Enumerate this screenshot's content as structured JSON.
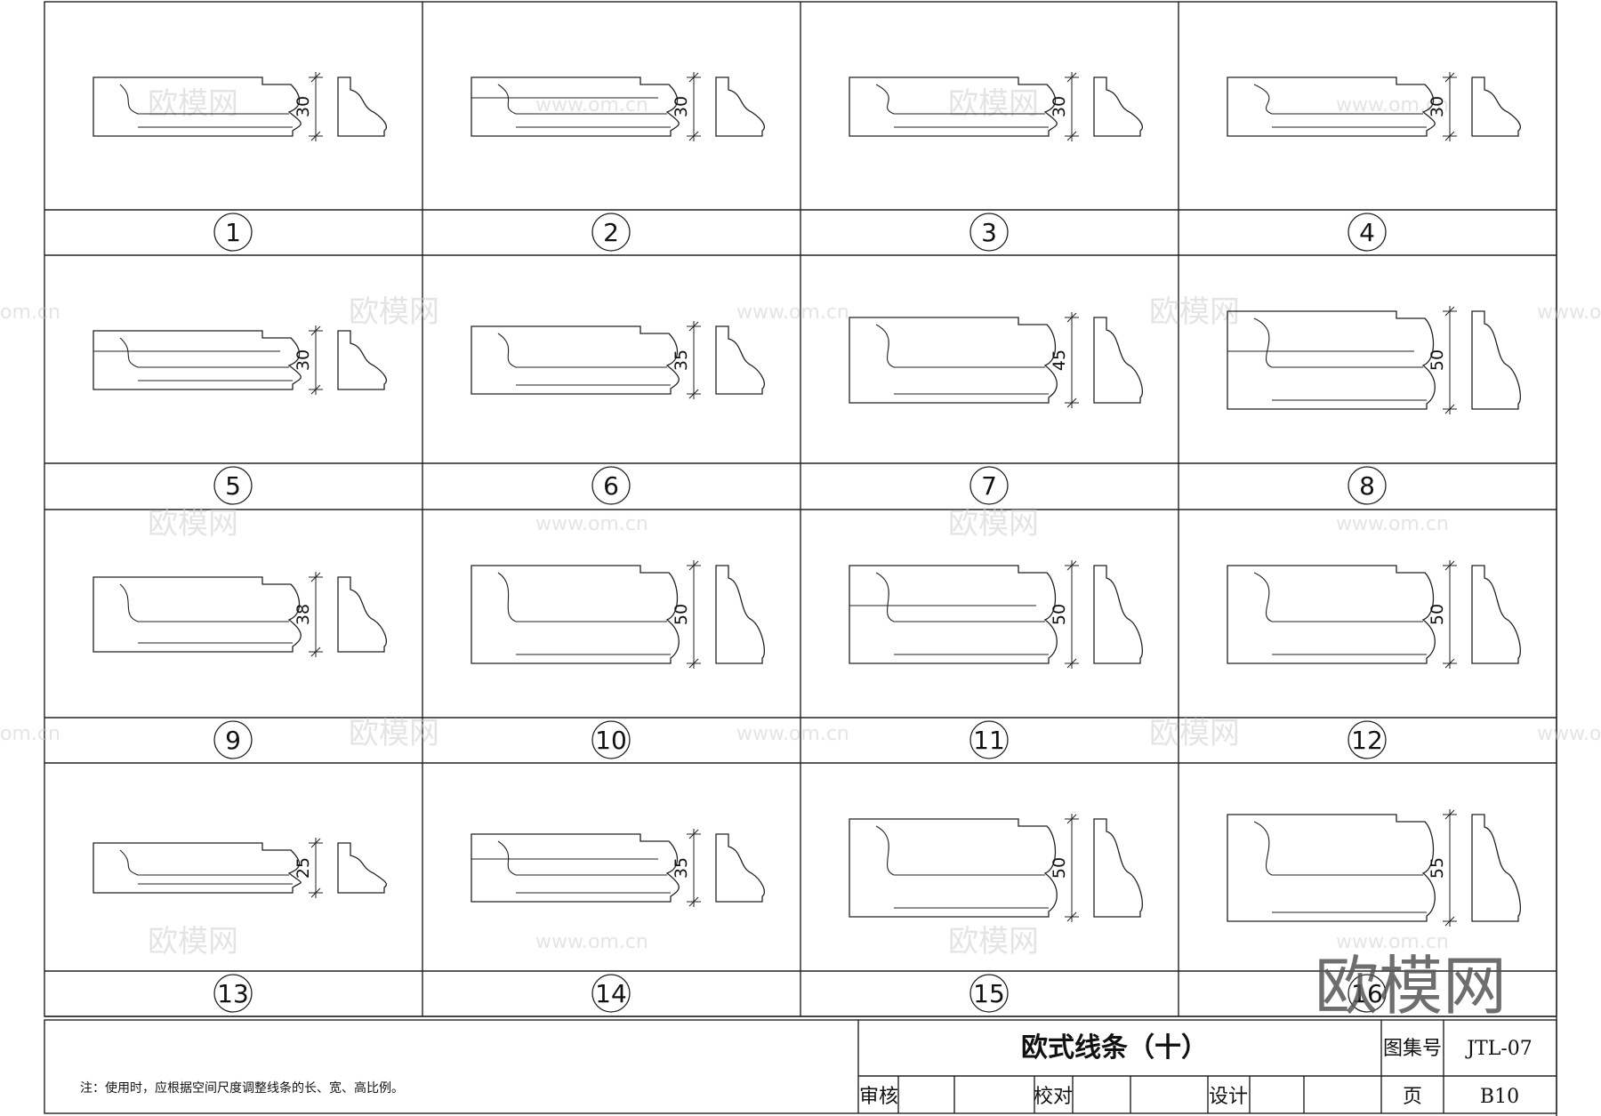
{
  "cells": [
    {
      "label": "1",
      "dimension": "30"
    },
    {
      "label": "2",
      "dimension": "30"
    },
    {
      "label": "3",
      "dimension": "30"
    },
    {
      "label": "4",
      "dimension": "30"
    },
    {
      "label": "5",
      "dimension": "30"
    },
    {
      "label": "6",
      "dimension": "35"
    },
    {
      "label": "7",
      "dimension": "45"
    },
    {
      "label": "8",
      "dimension": "50"
    },
    {
      "label": "9",
      "dimension": "38"
    },
    {
      "label": "10",
      "dimension": "50"
    },
    {
      "label": "11",
      "dimension": "50"
    },
    {
      "label": "12",
      "dimension": "50"
    },
    {
      "label": "13",
      "dimension": "25"
    },
    {
      "label": "14",
      "dimension": "35"
    },
    {
      "label": "15",
      "dimension": "50"
    },
    {
      "label": "16",
      "dimension": "55"
    }
  ],
  "title_block": {
    "title": "欧式线条（十）",
    "atlas_label": "图集号",
    "atlas_value": "JTL-07",
    "page_label": "页",
    "page_value": "B10",
    "review": "审核",
    "check": "校对",
    "design": "设计"
  },
  "note": "注：使用时，应根据空间尺度调整线条的长、宽、高比例。",
  "watermarks": {
    "cn": "欧模网",
    "url": "www.om.cn",
    "url_partial": "om.cn"
  }
}
